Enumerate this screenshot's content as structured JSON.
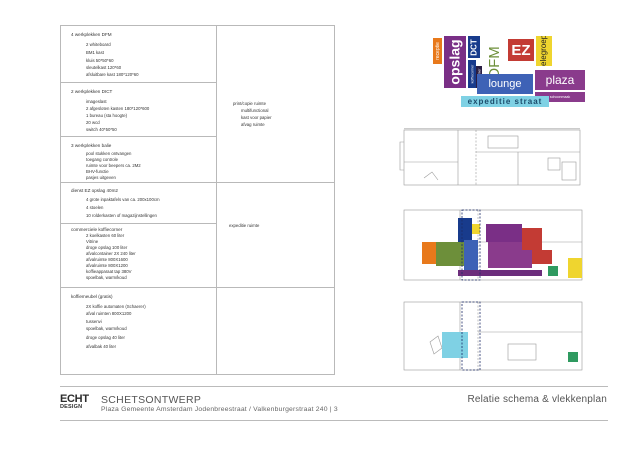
{
  "schema": {
    "rows": [
      {
        "heading": "4 werkplekken DFM",
        "items": [
          "2 whiteboard",
          "BM1 kast",
          "kluis 50*50*60",
          "sleutelkast 120*60",
          "afsluitbare kast 180*120*60"
        ]
      },
      {
        "heading": "2 werkplekken DICT",
        "items": [
          "imageslast",
          "2 afgesloten kasten 180*120*600",
          "1 bureau (sta hoogte)",
          "20 wcd",
          "switch 40*50*50"
        ]
      },
      {
        "heading": "3 werkplekken balie",
        "items": [
          "pool stukken ontvangen",
          "toegang controle",
          "ruimte voor beepers ca. 2M2",
          "BHV-functie",
          "pasjes uitgeven"
        ]
      },
      {
        "heading": "dienst EZ opslag 40m2",
        "items": [
          "4 grote inpaktafels van ca. 200x100cm",
          "4 stoelen",
          "10 rolderkasten of magazijnstellingen"
        ]
      },
      {
        "heading": "commerciele koffiecorner",
        "items": [
          "2 koelkasten 60 liter",
          "Vitrine",
          "droge opslag 100 liter",
          "afvalcontainer 2X 240 liter",
          "afvalruimte 800X1600",
          "afvalruimte 800X1200",
          "koffieapparaat tap 380V",
          "spoelbak, warm/koud"
        ]
      },
      {
        "heading": "koffiemeubel (gratis)",
        "items": [
          "2X koffie automaten (Schaerer)",
          "afval ruimten 800X1200",
          "tussenvi",
          "spoelbak, warm/koud",
          "droge opslag 40 liter",
          "afvalbak 40 liter"
        ]
      }
    ],
    "group1_right": [
      "print/copie ruimte",
      "multifunctional",
      "kast voor papier",
      "afvag ruimte"
    ],
    "group2_right": [
      "expeditie ruimte"
    ]
  },
  "tags": {
    "receptie": "receptie",
    "opslag": "opslag",
    "dct": "DCT",
    "dfm": "DFM",
    "ez": "EZ",
    "telegroep": "telegroep",
    "lounge": "lounge",
    "plaza": "plaza",
    "expeditie": "expeditie straat",
    "small1": "koffiecorner",
    "small2": "meldkamer",
    "small3": "schoonmaak"
  },
  "colors": {
    "receptie": "#e8791b",
    "opslag": "#7a2f86",
    "dct": "#183b8c",
    "dfm": "#6d8f3a",
    "ez": "#c33b34",
    "telegroep": "#efd52f",
    "lounge": "#3e62b6",
    "plaza": "#8a3b8c",
    "expeditie": "#7fd1e4",
    "dark": "#2a1e44"
  },
  "footer": {
    "logo_line1": "ECHT",
    "logo_line2": "DESIGN",
    "doc_title": "SCHETSONTWERP",
    "doc_subtitle": "Plaza Gemeente Amsterdam Jodenbreestraat / Valkenburgerstraat 240 | 3",
    "slide_title": "Relatie schema & vlekkenplan"
  }
}
